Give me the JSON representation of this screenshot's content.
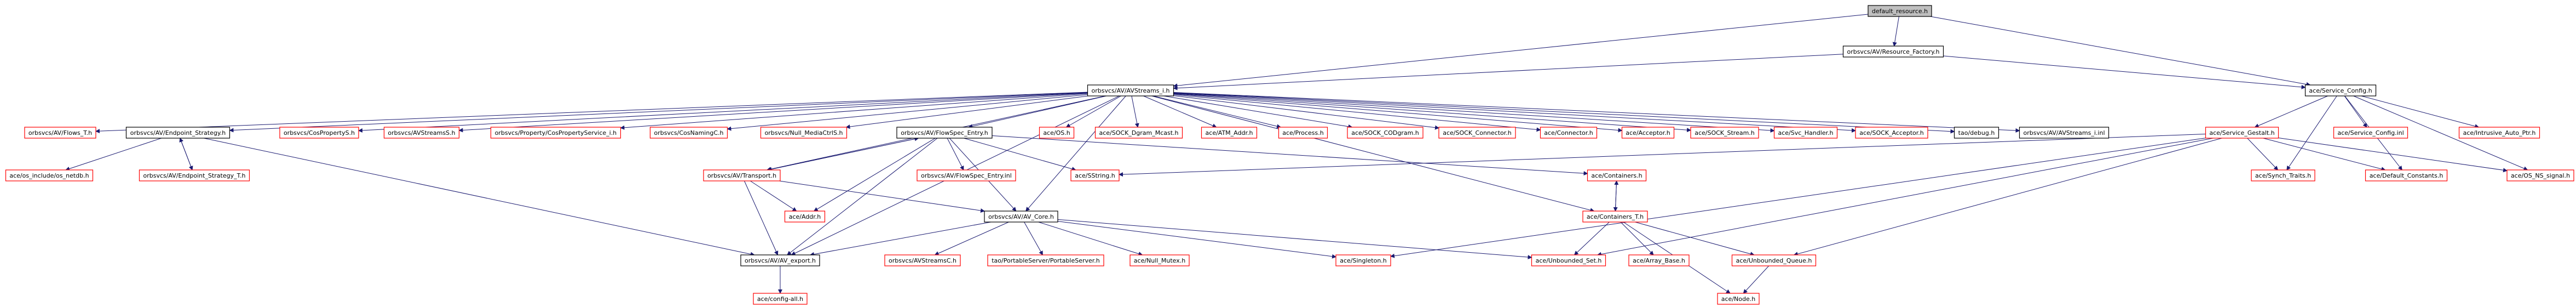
{
  "nodes": {
    "root": {
      "label": "default_resource.h",
      "style": "root"
    },
    "resource_factory": {
      "label": "orbsvcs/AV/Resource_Factory.h",
      "style": "black"
    },
    "avstreams_i": {
      "label": "orbsvcs/AV/AVStreams_i.h",
      "style": "black"
    },
    "service_config": {
      "label": "ace/Service_Config.h",
      "style": "black"
    },
    "flows_t": {
      "label": "orbsvcs/AV/Flows_T.h",
      "style": "red"
    },
    "endpoint_strategy": {
      "label": "orbsvcs/AV/Endpoint_Strategy.h",
      "style": "black"
    },
    "cosproperty_s": {
      "label": "orbsvcs/CosPropertyS.h",
      "style": "red"
    },
    "avstreams_s": {
      "label": "orbsvcs/AVStreamsS.h",
      "style": "red"
    },
    "cosproperty_service_i": {
      "label": "orbsvcs/Property/CosPropertyService_i.h",
      "style": "red"
    },
    "cosnaming_c": {
      "label": "orbsvcs/CosNamingC.h",
      "style": "red"
    },
    "null_mediactl": {
      "label": "orbsvcs/Null_MediaCtrlS.h",
      "style": "red"
    },
    "flowspec_entry": {
      "label": "orbsvcs/AV/FlowSpec_Entry.h",
      "style": "black"
    },
    "os_h": {
      "label": "ace/OS.h",
      "style": "red"
    },
    "sock_dgram_mcast": {
      "label": "ace/SOCK_Dgram_Mcast.h",
      "style": "red"
    },
    "atm_addr": {
      "label": "ace/ATM_Addr.h",
      "style": "red"
    },
    "process": {
      "label": "ace/Process.h",
      "style": "red"
    },
    "sock_codgram": {
      "label": "ace/SOCK_CODgram.h",
      "style": "red"
    },
    "sock_connector": {
      "label": "ace/SOCK_Connector.h",
      "style": "red"
    },
    "connector": {
      "label": "ace/Connector.h",
      "style": "red"
    },
    "acceptor": {
      "label": "ace/Acceptor.h",
      "style": "red"
    },
    "sock_stream": {
      "label": "ace/SOCK_Stream.h",
      "style": "red"
    },
    "svc_handler": {
      "label": "ace/Svc_Handler.h",
      "style": "red"
    },
    "sock_acceptor": {
      "label": "ace/SOCK_Acceptor.h",
      "style": "red"
    },
    "taodebug": {
      "label": "tao/debug.h",
      "style": "black"
    },
    "avstreams_i_inl": {
      "label": "orbsvcs/AV/AVStreams_i.inl",
      "style": "black"
    },
    "service_config_inl": {
      "label": "ace/Service_Config.inl",
      "style": "red"
    },
    "intrusive_auto_ptr": {
      "label": "ace/Intrusive_Auto_Ptr.h",
      "style": "red"
    },
    "service_gestalt": {
      "label": "ace/Service_Gestalt.h",
      "style": "red"
    },
    "os_include_netdb": {
      "label": "ace/os_include/os_netdb.h",
      "style": "red"
    },
    "endpoint_strategy_t": {
      "label": "orbsvcs/AV/Endpoint_Strategy_T.h",
      "style": "red"
    },
    "transport": {
      "label": "orbsvcs/AV/Transport.h",
      "style": "red"
    },
    "flowspec_entry_inl": {
      "label": "orbsvcs/AV/FlowSpec_Entry.inl",
      "style": "red"
    },
    "sstring": {
      "label": "ace/SString.h",
      "style": "red"
    },
    "containers": {
      "label": "ace/Containers.h",
      "style": "red"
    },
    "synch_traits": {
      "label": "ace/Synch_Traits.h",
      "style": "red"
    },
    "default_constants": {
      "label": "ace/Default_Constants.h",
      "style": "red"
    },
    "os_ns_signal": {
      "label": "ace/OS_NS_signal.h",
      "style": "red"
    },
    "addr": {
      "label": "ace/Addr.h",
      "style": "red"
    },
    "av_core": {
      "label": "orbsvcs/AV/AV_Core.h",
      "style": "black"
    },
    "containers_t": {
      "label": "ace/Containers_T.h",
      "style": "red"
    },
    "av_export": {
      "label": "orbsvcs/AV/AV_export.h",
      "style": "black"
    },
    "avstreams_c": {
      "label": "orbsvcs/AVStreamsC.h",
      "style": "red"
    },
    "portableserver": {
      "label": "tao/PortableServer/PortableServer.h",
      "style": "red"
    },
    "null_mutex": {
      "label": "ace/Null_Mutex.h",
      "style": "red"
    },
    "singleton": {
      "label": "ace/Singleton.h",
      "style": "red"
    },
    "unbounded_set": {
      "label": "ace/Unbounded_Set.h",
      "style": "red"
    },
    "array_base": {
      "label": "ace/Array_Base.h",
      "style": "red"
    },
    "unbounded_queue": {
      "label": "ace/Unbounded_Queue.h",
      "style": "red"
    },
    "config_all": {
      "label": "ace/config-all.h",
      "style": "red"
    },
    "node_h": {
      "label": "ace/Node.h",
      "style": "red"
    }
  },
  "edges": [
    [
      "root",
      "resource_factory"
    ],
    [
      "root",
      "avstreams_i"
    ],
    [
      "root",
      "service_config"
    ],
    [
      "resource_factory",
      "avstreams_i"
    ],
    [
      "resource_factory",
      "service_config"
    ],
    [
      "avstreams_i",
      "flows_t"
    ],
    [
      "avstreams_i",
      "endpoint_strategy"
    ],
    [
      "avstreams_i",
      "cosproperty_s"
    ],
    [
      "avstreams_i",
      "avstreams_s"
    ],
    [
      "avstreams_i",
      "cosproperty_service_i"
    ],
    [
      "avstreams_i",
      "cosnaming_c"
    ],
    [
      "avstreams_i",
      "null_mediactl"
    ],
    [
      "avstreams_i",
      "flowspec_entry"
    ],
    [
      "avstreams_i",
      "os_h"
    ],
    [
      "avstreams_i",
      "sock_dgram_mcast"
    ],
    [
      "avstreams_i",
      "atm_addr"
    ],
    [
      "avstreams_i",
      "process"
    ],
    [
      "avstreams_i",
      "sock_codgram"
    ],
    [
      "avstreams_i",
      "sock_connector"
    ],
    [
      "avstreams_i",
      "connector"
    ],
    [
      "avstreams_i",
      "acceptor"
    ],
    [
      "avstreams_i",
      "sock_stream"
    ],
    [
      "avstreams_i",
      "svc_handler"
    ],
    [
      "avstreams_i",
      "sock_acceptor"
    ],
    [
      "avstreams_i",
      "taodebug"
    ],
    [
      "avstreams_i",
      "avstreams_i_inl"
    ],
    [
      "avstreams_i",
      "transport"
    ],
    [
      "avstreams_i",
      "av_core"
    ],
    [
      "avstreams_i",
      "av_export"
    ],
    [
      "avstreams_i",
      "containers_t"
    ],
    [
      "service_config",
      "service_config_inl"
    ],
    [
      "service_config",
      "intrusive_auto_ptr"
    ],
    [
      "service_config",
      "service_gestalt"
    ],
    [
      "service_config",
      "default_constants"
    ],
    [
      "service_config",
      "os_ns_signal"
    ],
    [
      "service_config",
      "synch_traits"
    ],
    [
      "endpoint_strategy",
      "os_include_netdb"
    ],
    [
      "endpoint_strategy",
      "endpoint_strategy_t"
    ],
    [
      "endpoint_strategy_t",
      "endpoint_strategy"
    ],
    [
      "endpoint_strategy",
      "av_export"
    ],
    [
      "flowspec_entry",
      "transport"
    ],
    [
      "flowspec_entry",
      "flowspec_entry_inl"
    ],
    [
      "flowspec_entry",
      "sstring"
    ],
    [
      "flowspec_entry",
      "containers"
    ],
    [
      "flowspec_entry",
      "av_core"
    ],
    [
      "flowspec_entry",
      "av_export"
    ],
    [
      "flowspec_entry",
      "addr"
    ],
    [
      "transport",
      "flowspec_entry"
    ],
    [
      "transport",
      "addr"
    ],
    [
      "transport",
      "av_core"
    ],
    [
      "transport",
      "av_export"
    ],
    [
      "service_gestalt",
      "sstring"
    ],
    [
      "service_gestalt",
      "synch_traits"
    ],
    [
      "service_gestalt",
      "default_constants"
    ],
    [
      "service_gestalt",
      "os_ns_signal"
    ],
    [
      "service_gestalt",
      "singleton"
    ],
    [
      "service_gestalt",
      "unbounded_set"
    ],
    [
      "service_gestalt",
      "unbounded_queue"
    ],
    [
      "containers",
      "containers_t"
    ],
    [
      "containers_t",
      "containers"
    ],
    [
      "containers_t",
      "array_base"
    ],
    [
      "containers_t",
      "unbounded_set"
    ],
    [
      "containers_t",
      "unbounded_queue"
    ],
    [
      "containers_t",
      "node_h"
    ],
    [
      "av_core",
      "av_export"
    ],
    [
      "av_core",
      "avstreams_c"
    ],
    [
      "av_core",
      "portableserver"
    ],
    [
      "av_core",
      "null_mutex"
    ],
    [
      "av_core",
      "singleton"
    ],
    [
      "av_core",
      "unbounded_set"
    ],
    [
      "av_export",
      "config_all"
    ],
    [
      "unbounded_queue",
      "node_h"
    ]
  ]
}
